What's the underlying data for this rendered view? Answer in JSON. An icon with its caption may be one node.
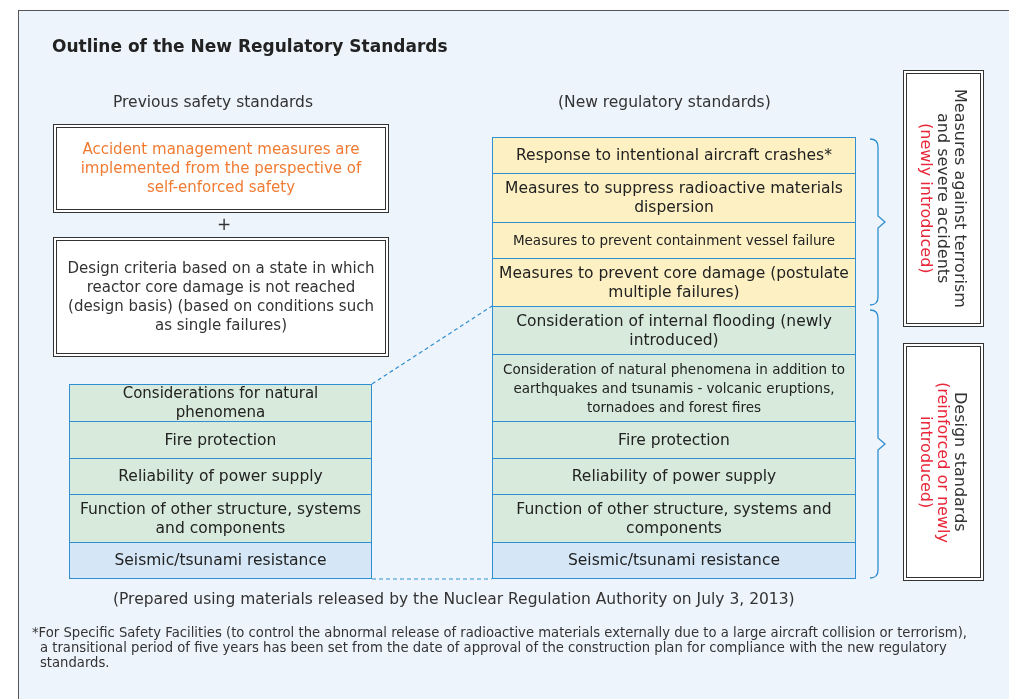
{
  "diagram": {
    "title": "Outline of the New Regulatory Standards",
    "nodes": [
      {
        "text": [
          "Accident management measures are implemented from the perspective of self-enforced safety"
        ]
      },
      {
        "text": [
          "Design criteria based on a state in which reactor core damage is not reached (design basis) (based on conditions such as single failures)"
        ]
      },
      {
        "text": [
          "Considerations for natural phenomena"
        ]
      },
      {
        "text": [
          "Fire protection"
        ]
      },
      {
        "text": [
          "Reliability of power supply"
        ]
      },
      {
        "text": [
          "Function of other structure, systems and components"
        ]
      },
      {
        "text": [
          "Seismic/tsunami resistance"
        ]
      },
      {
        "text": [
          "Response to intentional aircraft crashes*"
        ]
      },
      {
        "text": [
          "Measures to suppress radioactive materials dispersion"
        ]
      },
      {
        "text": [
          "Measures to prevent containment vessel failure"
        ]
      },
      {
        "text": [
          "Measures to prevent core damage (postulate multiple failures)"
        ]
      },
      {
        "text": [
          "Consideration of internal flooding (newly introduced)"
        ]
      },
      {
        "text": [
          "Consideration of natural phenomena in addition to earthquakes and tsunamis - volcanic eruptions, tornadoes and forest fires"
        ]
      },
      {
        "text": [
          "Fire protection"
        ]
      },
      {
        "text": [
          "Reliability of power supply"
        ]
      },
      {
        "text": [
          "Function of other structure, systems and components"
        ]
      },
      {
        "text": [
          "Seismic/tsunami resistance"
        ]
      },
      {
        "text": [
          "Measures against terrorism and severe accidents",
          "(newly introduced)"
        ]
      },
      {
        "text": [
          "Design standards",
          "(reinforced or newly introduced)"
        ]
      }
    ],
    "edges": [
      {
        "from": 2,
        "to": 11,
        "arrow": "none",
        "style": "dashed"
      },
      {
        "from": 6,
        "to": 16,
        "arrow": "none",
        "style": "dashed"
      }
    ],
    "labels": [
      "Previous safety standards",
      "(New regulatory standards)",
      "+",
      "(Prepared using materials released by the Nuclear Regulation Authority on July 3, 2013)",
      "*For Specific Safety Facilities (to control the abnormal release of radioactive materials externally due to a large aircraft collision or terrorism), a transitional period of five years has been set from the date of approval of the construction plan for compliance with the new regulatory standards."
    ]
  }
}
